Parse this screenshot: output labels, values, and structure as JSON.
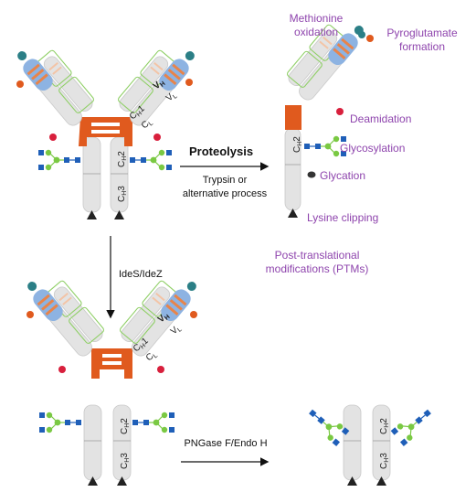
{
  "colors": {
    "chain": "#e3e3e3",
    "chain_stroke": "#c9c9c9",
    "hinge": "#e05a1e",
    "variable": "#8db3e2",
    "cdr": "#e8844a",
    "cdr_light": "#f3c4a6",
    "glycan_blue": "#1f5fb8",
    "glycan_green": "#7ac943",
    "ptm_text": "#8e44ad",
    "teal": "#2b7f86",
    "red": "#d81f3c",
    "light_chain_outline": "#8fcf66",
    "arrow": "#111111"
  },
  "labels": {
    "ch1": "CH1",
    "cl": "CL",
    "vh": "VH",
    "vl": "VL",
    "ch2": "CH2",
    "ch3": "CH3"
  },
  "process": {
    "proteolysis_title": "Proteolysis",
    "proteolysis_line1": "Trypsin or",
    "proteolysis_line2": "alternative process",
    "ides": "IdeS/IdeZ",
    "pngase": "PNGase F/Endo H"
  },
  "ptms": {
    "methionine_line1": "Methionine",
    "methionine_line2": "oxidation",
    "pyroglutamate_line1": "Pyroglutamate",
    "pyroglutamate_line2": "formation",
    "deamidation": "Deamidation",
    "glycosylation": "Glycosylation",
    "glycation": "Glycation",
    "lysine_clipping": "Lysine clipping",
    "summary_line1": "Post-translational",
    "summary_line2": "modifications (PTMs)"
  }
}
